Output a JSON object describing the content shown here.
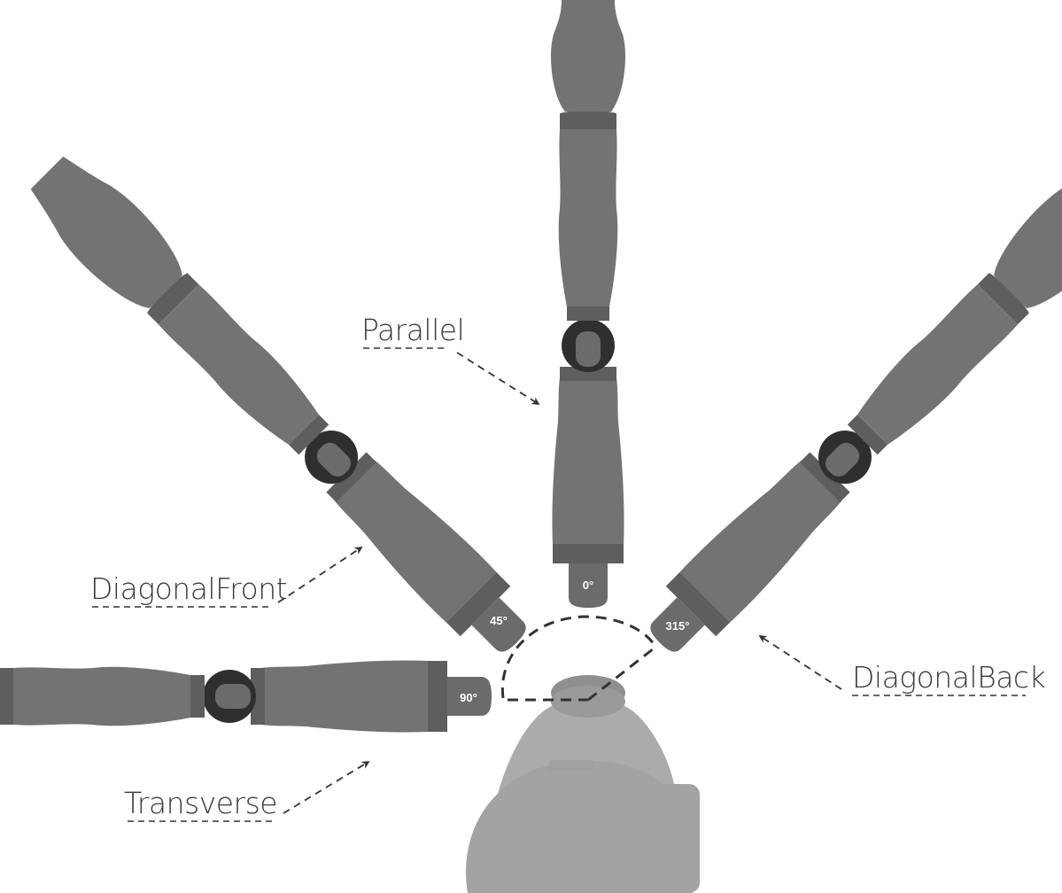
{
  "labels": {
    "parallel": "Parallel",
    "diagonal_front": "DiagonalFront",
    "diagonal_back": "DiagonalBack",
    "transverse": "Transverse"
  },
  "angles": {
    "a0": "0°",
    "a45": "45°",
    "a90": "90°",
    "a315": "315°"
  },
  "colors": {
    "background": "#ffffff",
    "arm": "#737373",
    "arm_band": "#5e5e5e",
    "joint": "#2f2f2f",
    "tip": "#6b6b6b",
    "tip_text": "#ffffff",
    "camera_body": "#a8a8a8",
    "camera_top": "#8f8f8f",
    "arrows": "#333333",
    "label_text": "#3a3a3a"
  }
}
